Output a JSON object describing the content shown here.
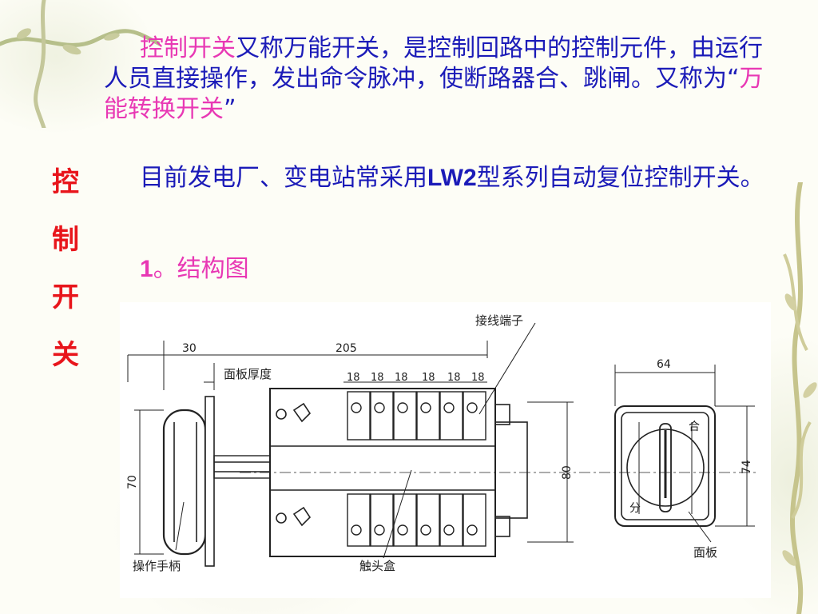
{
  "slide": {
    "vertical_title": [
      "控",
      "制",
      "开",
      "关"
    ],
    "para1": {
      "highlight": "控制开关",
      "text_a": "又称万能开关，是控制回路中的控制元件，由运行人员直接操作，发出命令脉冲，使断路器合、跳闸。又称为“",
      "highlight2": "万能转换开关",
      "text_b": "”"
    },
    "para2": {
      "text_a": "目前发电厂、变电站常采用",
      "bold": "LW2",
      "text_b": "型系列自动复位控制开关。"
    },
    "para3": {
      "num": "1",
      "text": "。结构图"
    }
  },
  "diagram": {
    "labels": {
      "terminal": "接线端子",
      "panel_thickness": "面板厚度",
      "handle": "操作手柄",
      "contact_box": "触头盒",
      "panel": "面板",
      "close": "合",
      "open": "分"
    },
    "dims": {
      "d30": "30",
      "d205": "205",
      "d18": [
        "18",
        "18",
        "18",
        "18",
        "18",
        "18"
      ],
      "d70": "70",
      "d80": "80",
      "d64": "64",
      "d74": "74"
    }
  },
  "colors": {
    "title_red": "#e8151b",
    "body_blue": "#1b1bb8",
    "highlight_magenta": "#e838b4"
  }
}
